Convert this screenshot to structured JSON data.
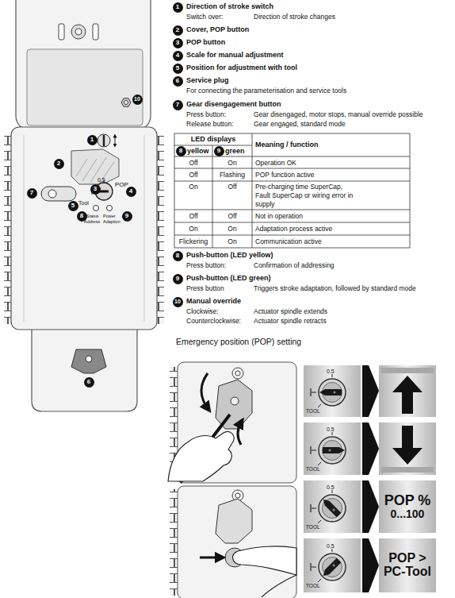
{
  "diagram": {
    "nodes": [
      {
        "text": [
          "10"
        ]
      },
      {
        "text": [
          "1"
        ]
      },
      {
        "text": [
          "2"
        ]
      },
      {
        "text": [
          "7"
        ]
      },
      {
        "text": [
          "3"
        ]
      },
      {
        "text": [
          "4"
        ]
      },
      {
        "text": [
          "5"
        ]
      },
      {
        "text": [
          "8"
        ]
      },
      {
        "text": [
          "9"
        ]
      },
      {
        "text": [
          "6"
        ]
      },
      {
        "text": [
          "1"
        ]
      },
      {
        "text": [
          "2"
        ]
      },
      {
        "text": [
          "3"
        ]
      },
      {
        "text": [
          "4"
        ]
      },
      {
        "text": [
          "5"
        ]
      },
      {
        "text": [
          "6"
        ]
      },
      {
        "text": [
          "7"
        ]
      },
      {
        "text": [
          "8"
        ]
      },
      {
        "text": [
          "9"
        ]
      },
      {
        "text": [
          "8"
        ]
      },
      {
        "text": [
          "9"
        ]
      },
      {
        "text": [
          "10"
        ]
      },
      {
        "text": [
          "POP %",
          "0...100"
        ]
      },
      {
        "text": [
          "POP > PC-Tool"
        ]
      }
    ],
    "labels": [
      "0.5",
      "POP",
      "Tool",
      "Status",
      "Power",
      "Address",
      "Adaption",
      "Direction of stroke switch",
      "Switch over:",
      "Direction of stroke changes",
      "Cover, POP button",
      "POP button",
      "Scale for manual adjustment",
      "Position for adjustment with tool",
      "Service plug",
      "For connecting the parameterisation and service tools",
      "Gear disengagement button",
      "Press button:",
      "Gear disengaged, motor stops, manual override possible",
      "Release button:",
      "Gear engaged, standard mode",
      "LED displays",
      "yellow",
      "green",
      "Meaning / function",
      "Off",
      "On",
      "Operation OK",
      "Off",
      "Flashing",
      "POP function active",
      "On",
      "Off",
      "Pre-charging time SuperCap, Fault SuperCap or wiring error in supply",
      "Off",
      "Off",
      "Not in operation",
      "On",
      "On",
      "Adaptation process active",
      "Flickering",
      "On",
      "Communication active",
      "Push-button (LED yellow)",
      "Press button:",
      "Confirmation of addressing",
      "Push-button (LED green)",
      "Press button",
      "Triggers stroke adaptation, followed by standard mode",
      "Manual override",
      "Clockwise:",
      "Actuator spindle extends",
      "Counterclockwise:",
      "Actuator spindle retracts",
      "Emergency position (POP) setting",
      "0.5",
      "TOOL",
      "0.5",
      "TOOL",
      "0.5",
      "TOOL",
      "0.5",
      "TOOL"
    ]
  }
}
